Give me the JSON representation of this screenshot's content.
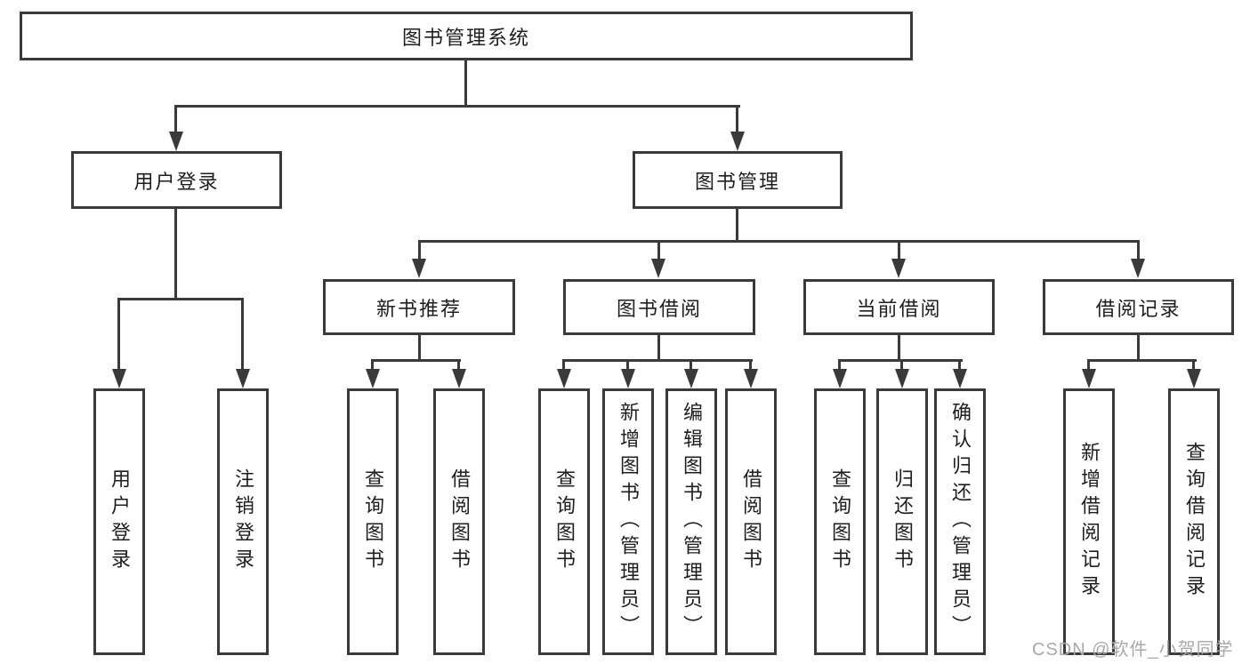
{
  "colors": {
    "line": "#3a3a3a",
    "text": "#1e1e1e",
    "watermark": "#a9a9a9",
    "background": "#ffffff"
  },
  "watermark": "CSDN @软件_小贺同学",
  "diagram": {
    "root": {
      "label": "图书管理系统"
    },
    "level2": [
      {
        "label": "用户登录"
      },
      {
        "label": "图书管理"
      }
    ],
    "level3": [
      {
        "label": "新书推荐"
      },
      {
        "label": "图书借阅"
      },
      {
        "label": "当前借阅"
      },
      {
        "label": "借阅记录"
      }
    ],
    "leaves": {
      "user_login": [
        "用户登录",
        "注销登录"
      ],
      "new_book": [
        "查询图书",
        "借阅图书"
      ],
      "book_borrow": [
        "查询图书",
        "新增图书（管理员）",
        "编辑图书（管理员）",
        "借阅图书"
      ],
      "current_borrow": [
        "查询图书",
        "归还图书",
        "确认归还（管理员）"
      ],
      "borrow_record": [
        "新增借阅记录",
        "查询借阅记录"
      ]
    }
  }
}
